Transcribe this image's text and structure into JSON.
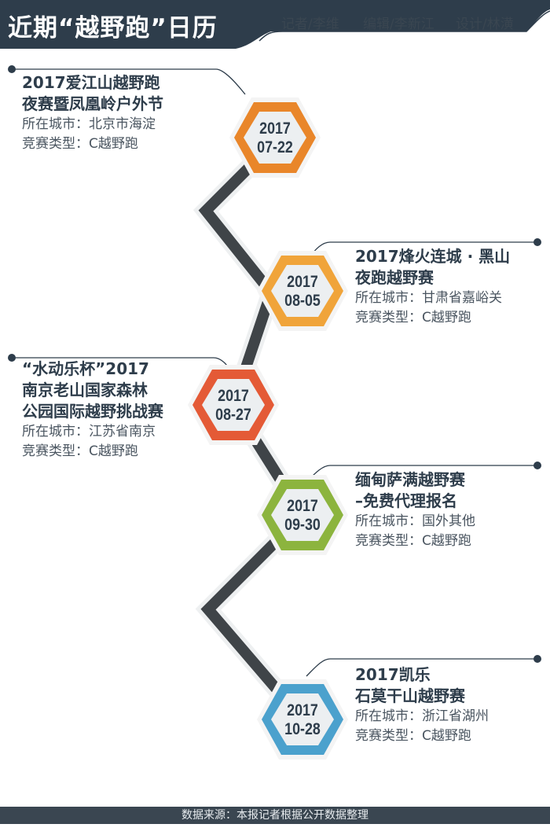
{
  "header": {
    "title": "近期“越野跑”日历",
    "credits": [
      "记者/李维",
      "编辑/李新江",
      "设计/林潢"
    ]
  },
  "events": [
    {
      "date_year": "2017",
      "date_md": "07-22",
      "name": [
        "2017爱江山越野跑",
        "夜赛暨凤凰岭户外节"
      ],
      "city": "所在城市：北京市海淀",
      "type": "竞赛类型：C越野跑",
      "color": "#e9862a"
    },
    {
      "date_year": "2017",
      "date_md": "08-05",
      "name": [
        "2017烽火连城 · 黑山",
        "夜跑越野赛"
      ],
      "city": "所在城市：甘肃省嘉峪关",
      "type": "竞赛类型：C越野跑",
      "color": "#f0a43a"
    },
    {
      "date_year": "2017",
      "date_md": "08-27",
      "name": [
        "“水动乐杯”2017",
        "南京老山国家森林",
        "公园国际越野挑战赛"
      ],
      "city": "所在城市：江苏省南京",
      "type": "竞赛类型：C越野跑",
      "color": "#e45a36"
    },
    {
      "date_year": "2017",
      "date_md": "09-30",
      "name": [
        "缅甸萨满越野赛",
        "–免费代理报名"
      ],
      "city": "所在城市：国外其他",
      "type": "竞赛类型：C越野跑",
      "color": "#8cb43e"
    },
    {
      "date_year": "2017",
      "date_md": "10-28",
      "name": [
        "2017凯乐",
        "石莫干山越野赛"
      ],
      "city": "所在城市：浙江省湖州",
      "type": "竞赛类型：C越野跑",
      "color": "#4ba1cd"
    }
  ],
  "footer": {
    "source": "数据来源：本报记者根据公开数据整理"
  },
  "colors": {
    "header": "#2e3d4b",
    "road": "#3f4448"
  }
}
